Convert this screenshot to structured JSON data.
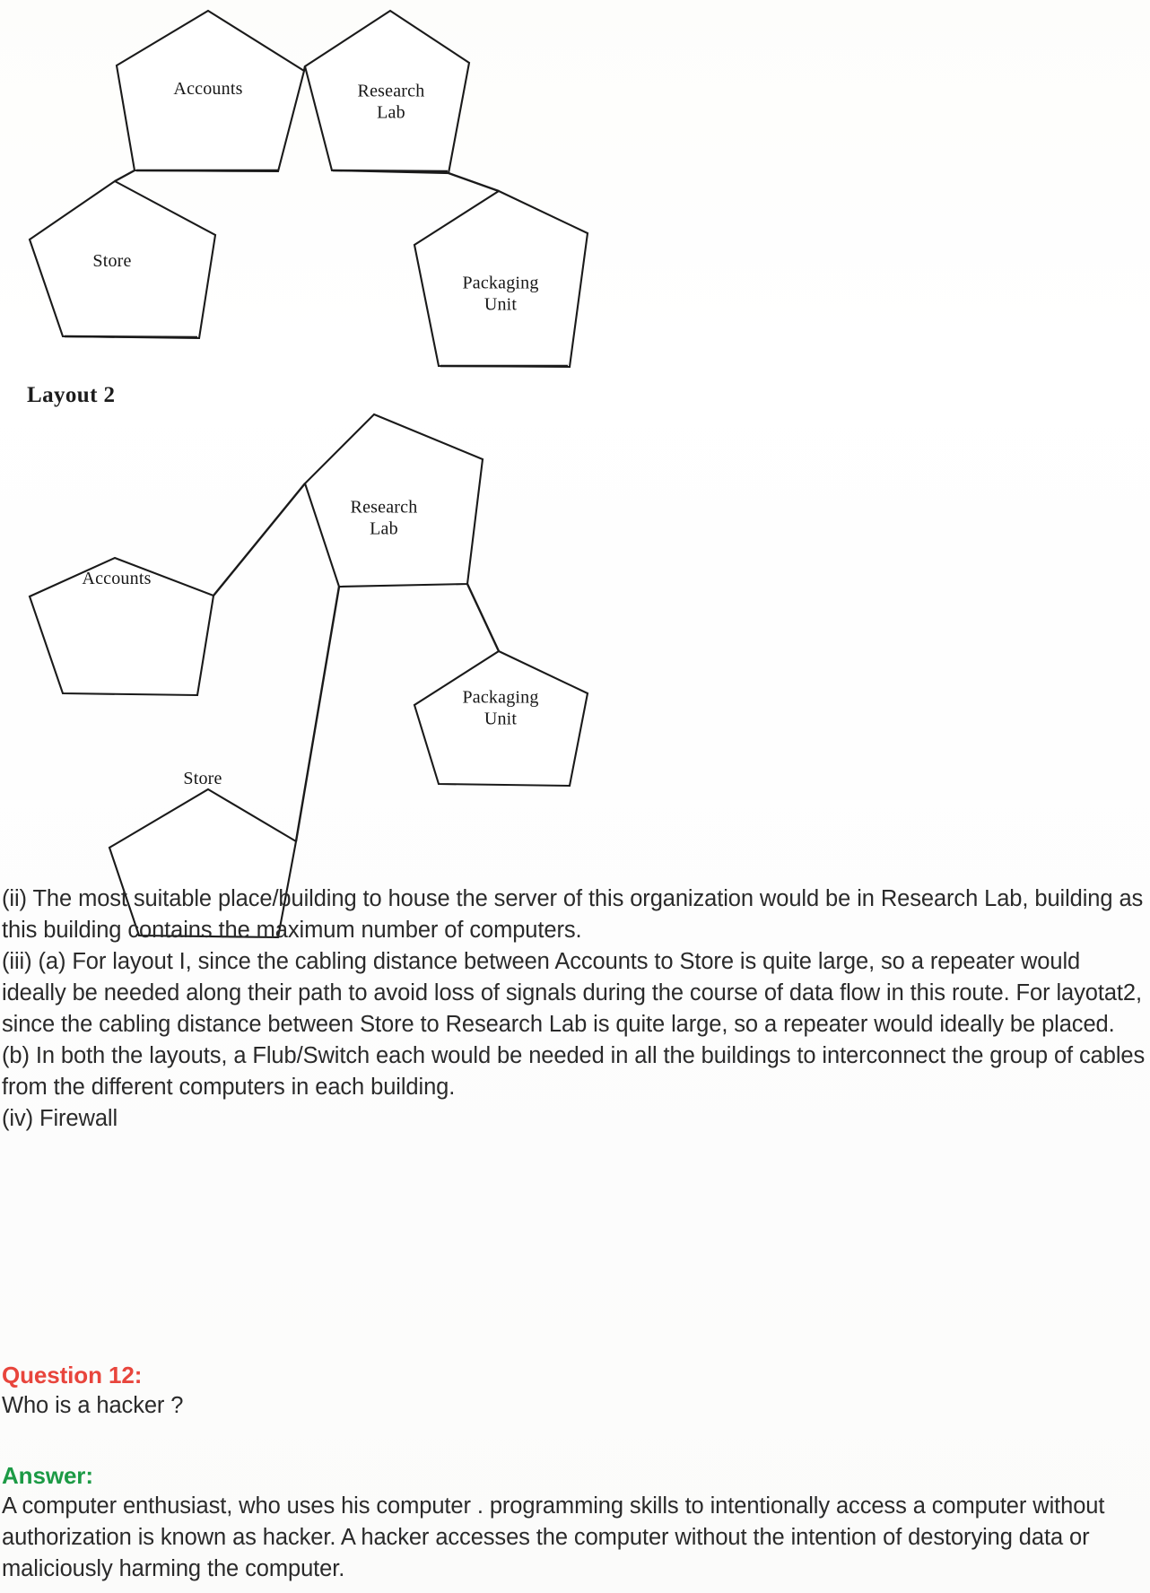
{
  "document": {
    "kind": "scanned-answer-page"
  },
  "diagrams": {
    "layout1": {
      "label": "",
      "nodes": [
        {
          "id": "accounts",
          "label": "Accounts"
        },
        {
          "id": "research-lab",
          "label": "Research\nLab"
        },
        {
          "id": "store",
          "label": "Store"
        },
        {
          "id": "packaging-unit",
          "label": "Packaging\nUnit"
        }
      ],
      "links": [
        {
          "from": "accounts",
          "to": "research-lab"
        },
        {
          "from": "accounts",
          "to": "store"
        },
        {
          "from": "research-lab",
          "to": "packaging-unit"
        }
      ]
    },
    "layout2": {
      "label": "Layout 2",
      "nodes": [
        {
          "id": "accounts",
          "label": "Accounts"
        },
        {
          "id": "research-lab",
          "label": "Research\nLab"
        },
        {
          "id": "store",
          "label": "Store"
        },
        {
          "id": "packaging-unit",
          "label": "Packaging\nUnit"
        }
      ],
      "links": [
        {
          "from": "accounts",
          "to": "research-lab"
        },
        {
          "from": "research-lab",
          "to": "store"
        },
        {
          "from": "research-lab",
          "to": "packaging-unit"
        }
      ]
    }
  },
  "answer_continuation": {
    "line_ii": "(ii) The most suitable place/building to house the server of this organization would be in Research Lab, building as this building contains the maximum number of computers.",
    "line_iii_a": "(iii) (a) For layout I, since the cabling distance between Accounts to Store is quite large, so a repeater would ideally be needed along their path to avoid loss of signals during the course of data flow in this route. For layotat2, since the cabling distance between Store to Research Lab is quite large, so a repeater would ideally be placed.",
    "line_iii_b": "(b) In both the layouts, a Flub/Switch each would be needed in all the buildings to interconnect the group of cables from the different computers in each building.",
    "line_iv": "(iv) Firewall"
  },
  "question": {
    "heading": "Question 12:",
    "text": "Who is a hacker ?"
  },
  "answer": {
    "heading": "Answer:",
    "text": "A computer enthusiast, who uses his computer . programming skills to intentionally access a computer without authorization is known as hacker. A hacker accesses the computer without the intention of destorying data or maliciously harming the computer."
  },
  "colors": {
    "question_heading": "#E8453C",
    "answer_heading": "#1C9A45",
    "body_text": "#2a2a2a",
    "diagram_stroke": "#1a1a1a",
    "page_background": "#ffffff"
  }
}
